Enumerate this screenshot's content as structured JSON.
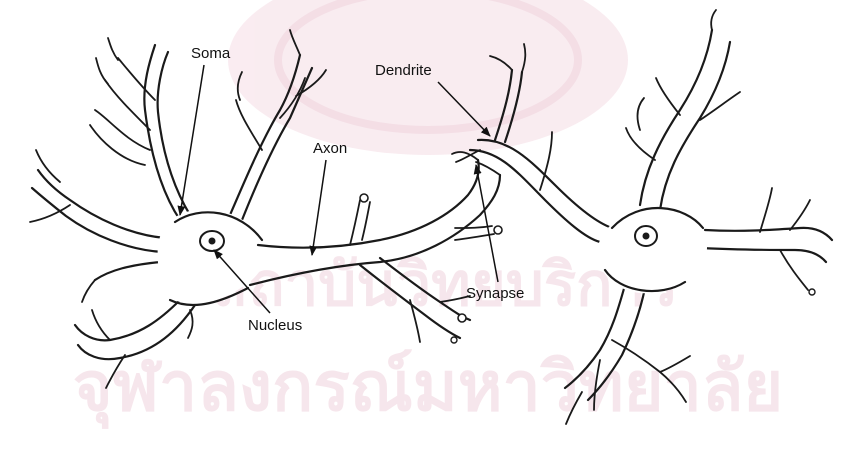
{
  "labels": {
    "soma": "Soma",
    "dendrite": "Dendrite",
    "axon": "Axon",
    "synapse": "Synapse",
    "nucleus": "Nucleus"
  },
  "watermark": {
    "line1": "สถาบันวิทยบริการ",
    "line2": "จุฬาลงกรณ์มหาวิทยาลัย",
    "color": "#f6e4ea"
  },
  "colors": {
    "line": "#1a1a1a",
    "background": "#ffffff"
  }
}
